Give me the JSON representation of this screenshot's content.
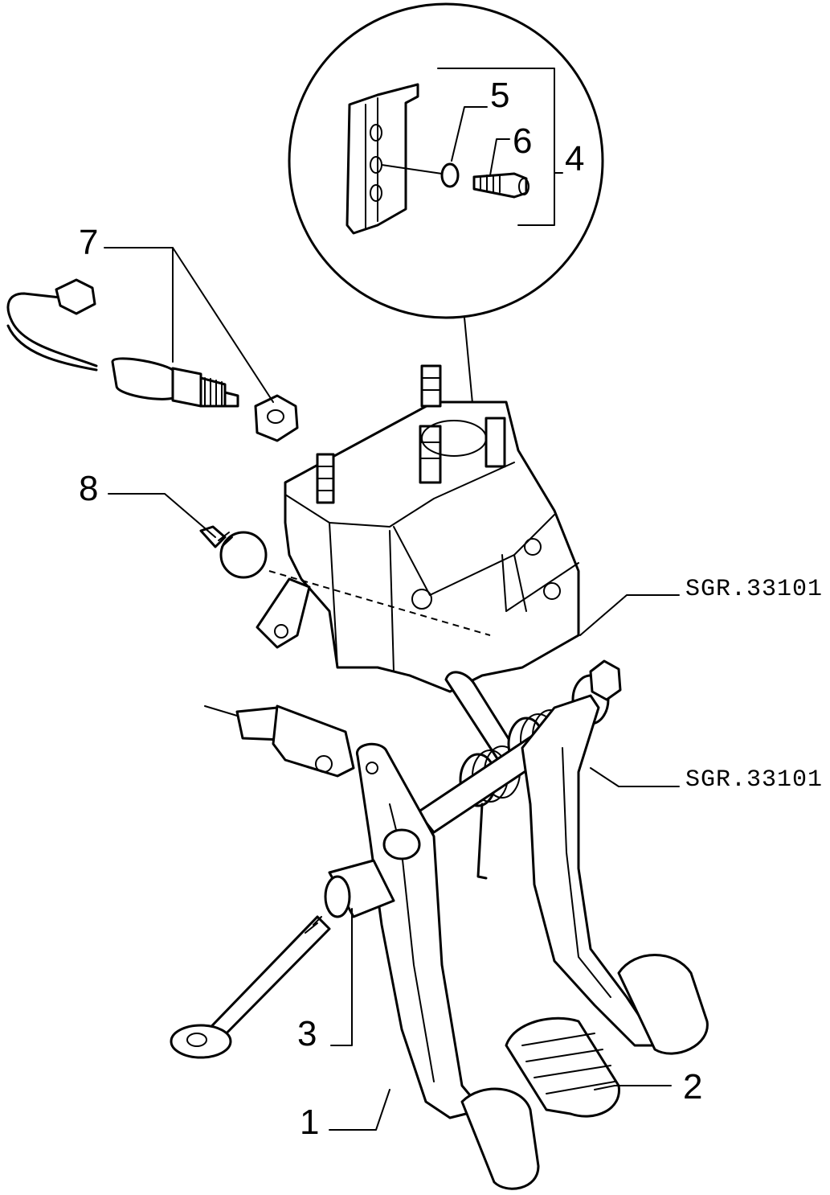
{
  "callouts": {
    "c1": "1",
    "c2": "2",
    "c3": "3",
    "c4": "4",
    "c5": "5",
    "c6": "6",
    "c7": "7",
    "c8": "8"
  },
  "references": {
    "ref_bracket": "SGR.33101",
    "ref_pedal": "SGR.33101"
  }
}
